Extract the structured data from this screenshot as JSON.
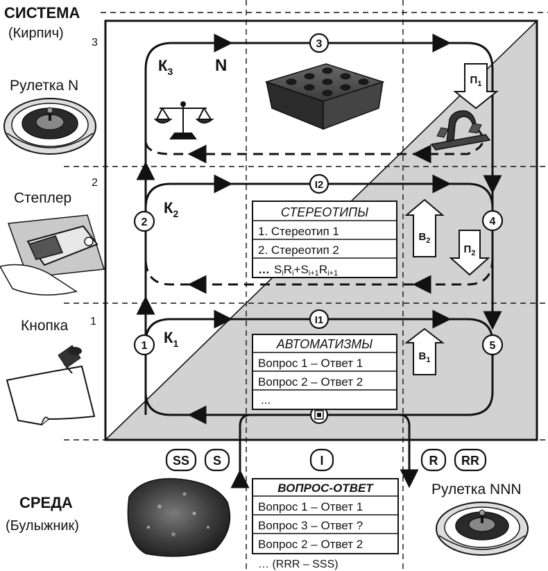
{
  "colors": {
    "line": "#111111",
    "shade": "#d2d2d2",
    "paper": "#ffffff"
  },
  "left": {
    "system_title": "СИСТЕМА",
    "system_sub": "(Кирпич)",
    "roulette": "Рулетка N",
    "stapler": "Степлер",
    "button": "Кнопка",
    "level_3": "3",
    "level_2": "2",
    "level_1": "1"
  },
  "env": {
    "title": "СРЕДА",
    "sub": "(Булыжник)",
    "roulette": "Рулетка NNN"
  },
  "loops": {
    "k3": "К",
    "k3_sub": "3",
    "n_label": "N",
    "k2": "К",
    "k2_sub": "2",
    "k1": "К",
    "k1_sub": "1",
    "node3": "3",
    "nodeI2": "I2",
    "nodeI1": "I1",
    "node2": "2",
    "node4": "4",
    "node1": "1",
    "node5": "5"
  },
  "arrows": {
    "p1": "П",
    "p1_sub": "1",
    "b2": "В",
    "b2_sub": "2",
    "p2": "П",
    "p2_sub": "2",
    "b1": "В",
    "b1_sub": "1"
  },
  "stereotypes": {
    "title": "СТЕРЕОТИПЫ",
    "row1": "1. Стереотип 1",
    "row2": "2. Стереотип 2",
    "row3_dots": "…",
    "row3_s1": "S",
    "row3_i1": "i",
    "row3_r1": "R",
    "row3_i2": "i",
    "row3_plus": "+",
    "row3_s2": "S",
    "row3_i3": "i+1",
    "row3_r2": "R",
    "row3_i4": "i+1"
  },
  "automatisms": {
    "title": "АВТОМАТИЗМЫ",
    "row1": "Вопрос 1 – Ответ 1",
    "row2": "Вопрос 2 – Ответ 2",
    "row3": "..."
  },
  "qa": {
    "title": "ВОПРОС-ОТВЕТ",
    "row1": "Вопрос 1 – Ответ 1",
    "row2": "Вопрос 3 – Ответ ?",
    "row3": "Вопрос 2 – Ответ 2",
    "footer": "… (RRR – SSS)"
  },
  "io": {
    "ss": "SS",
    "s": "S",
    "i": "I",
    "r": "R",
    "rr": "RR"
  }
}
